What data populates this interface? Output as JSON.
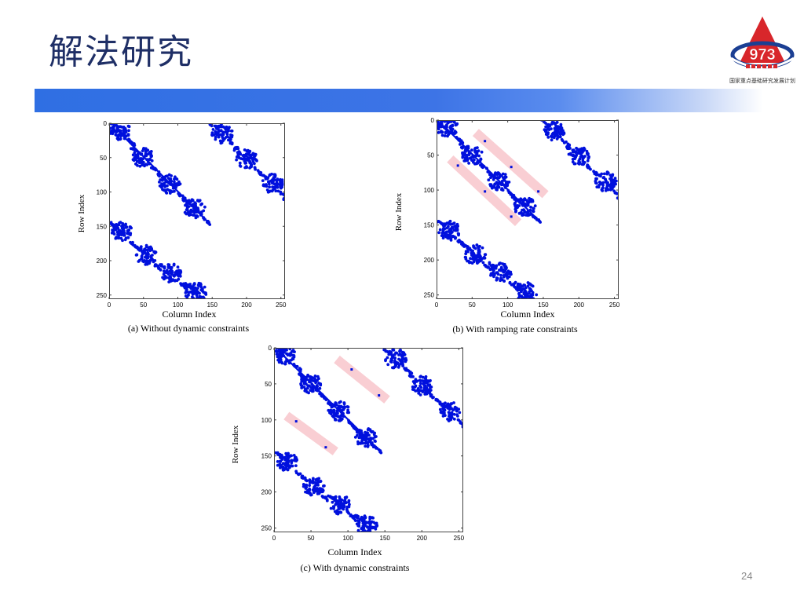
{
  "slide": {
    "title": "解法研究",
    "page_number": "24",
    "logo": {
      "number": "973",
      "tagline": "国家重点基础研究发展计划"
    },
    "colors": {
      "title": "#1f2f66",
      "bar": "#2f6fe3",
      "marker": "#0010dd",
      "highlight": "#f9c9cf"
    }
  },
  "chart_data": [
    {
      "type": "scatter",
      "title": "",
      "caption": "(a) Without dynamic constraints",
      "xlabel": "Column Index",
      "ylabel": "Row Index",
      "xlim": [
        0,
        256
      ],
      "ylim": [
        256,
        0
      ],
      "xticks": [
        "0",
        "50",
        "100",
        "150",
        "200",
        "250"
      ],
      "yticks": [
        "0",
        "50",
        "100",
        "150",
        "200",
        "250"
      ],
      "blocks": [
        [
          15,
          10
        ],
        [
          50,
          50
        ],
        [
          88,
          88
        ],
        [
          124,
          124
        ],
        [
          165,
          15
        ],
        [
          200,
          52
        ],
        [
          238,
          88
        ],
        [
          272,
          124
        ],
        [
          18,
          158
        ],
        [
          54,
          192
        ],
        [
          90,
          218
        ],
        [
          126,
          246
        ]
      ],
      "highlights": [],
      "coupling_points": []
    },
    {
      "type": "scatter",
      "title": "",
      "caption": "(b) With ramping rate constraints",
      "xlabel": "Column Index",
      "ylabel": "Row Index",
      "xlim": [
        0,
        256
      ],
      "ylim": [
        256,
        0
      ],
      "xticks": [
        "0",
        "50",
        "100",
        "150",
        "200",
        "250"
      ],
      "yticks": [
        "0",
        "50",
        "100",
        "150",
        "200",
        "250"
      ],
      "blocks": [
        [
          15,
          10
        ],
        [
          50,
          50
        ],
        [
          88,
          88
        ],
        [
          124,
          124
        ],
        [
          165,
          15
        ],
        [
          200,
          52
        ],
        [
          238,
          88
        ],
        [
          272,
          124
        ],
        [
          18,
          158
        ],
        [
          54,
          192
        ],
        [
          90,
          218
        ],
        [
          126,
          246
        ]
      ],
      "highlights": [
        {
          "from": [
            24,
            60
          ],
          "to": [
            110,
            142
          ]
        },
        {
          "from": [
            60,
            22
          ],
          "to": [
            148,
            102
          ]
        }
      ],
      "coupling_points": [
        [
          30,
          65
        ],
        [
          68,
          102
        ],
        [
          105,
          138
        ],
        [
          68,
          30
        ],
        [
          105,
          67
        ],
        [
          143,
          102
        ]
      ]
    },
    {
      "type": "scatter",
      "title": "",
      "caption": "(c) With dynamic constraints",
      "xlabel": "Column Index",
      "ylabel": "Row Index",
      "xlim": [
        0,
        256
      ],
      "ylim": [
        256,
        0
      ],
      "xticks": [
        "0",
        "50",
        "100",
        "150",
        "200",
        "250"
      ],
      "yticks": [
        "0",
        "50",
        "100",
        "150",
        "200",
        "250"
      ],
      "blocks": [
        [
          15,
          10
        ],
        [
          50,
          50
        ],
        [
          88,
          88
        ],
        [
          124,
          124
        ],
        [
          165,
          15
        ],
        [
          200,
          52
        ],
        [
          238,
          88
        ],
        [
          272,
          124
        ],
        [
          18,
          158
        ],
        [
          54,
          192
        ],
        [
          90,
          218
        ],
        [
          126,
          246
        ]
      ],
      "highlights": [
        {
          "from": [
            22,
            98
          ],
          "to": [
            78,
            140
          ]
        },
        {
          "from": [
            90,
            20
          ],
          "to": [
            148,
            68
          ]
        }
      ],
      "coupling_points": [
        [
          30,
          102
        ],
        [
          70,
          138
        ],
        [
          105,
          30
        ],
        [
          142,
          66
        ]
      ]
    }
  ]
}
